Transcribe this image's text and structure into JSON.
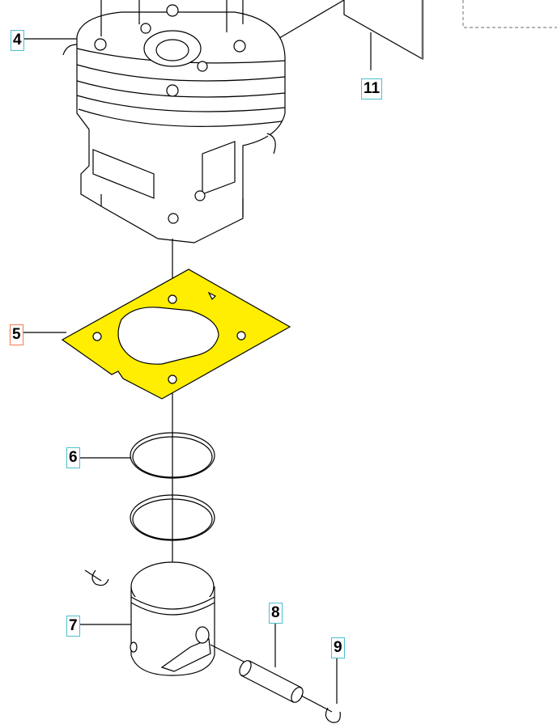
{
  "callouts": [
    {
      "id": "4",
      "label": "4",
      "status": "normal"
    },
    {
      "id": "5",
      "label": "5",
      "status": "highlighted"
    },
    {
      "id": "6",
      "label": "6",
      "status": "normal"
    },
    {
      "id": "7",
      "label": "7",
      "status": "normal"
    },
    {
      "id": "8",
      "label": "8",
      "status": "normal"
    },
    {
      "id": "9",
      "label": "9",
      "status": "normal"
    },
    {
      "id": "11",
      "label": "11",
      "status": "normal"
    }
  ],
  "colors": {
    "gasket_fill": "#ffee00",
    "callout_border": "#4bbfcf",
    "callout_border_highlight": "#ef7b4f",
    "line": "#000000"
  }
}
